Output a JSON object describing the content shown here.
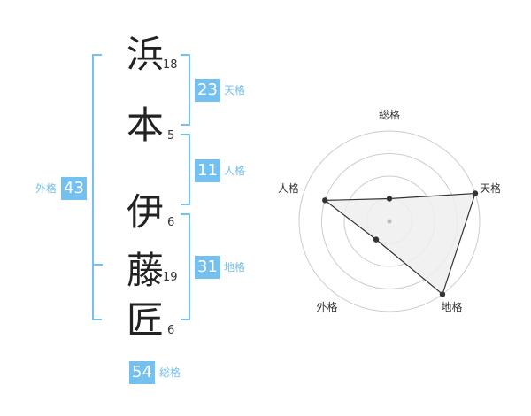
{
  "name": {
    "chars": [
      {
        "char": "浜",
        "strokes": "18"
      },
      {
        "char": "本",
        "strokes": "5"
      },
      {
        "char": "伊",
        "strokes": "6"
      },
      {
        "char": "藤",
        "strokes": "19"
      },
      {
        "char": "匠",
        "strokes": "6"
      }
    ]
  },
  "fortunes": {
    "tenkaku": {
      "value": "23",
      "label": "天格"
    },
    "jinkaku": {
      "value": "11",
      "label": "人格"
    },
    "chikaku": {
      "value": "31",
      "label": "地格"
    },
    "gaikaku": {
      "value": "43",
      "label": "外格"
    },
    "soukaku": {
      "value": "54",
      "label": "総格"
    }
  },
  "chart_data": {
    "type": "radar",
    "axes": [
      "総格",
      "天格",
      "地格",
      "外格",
      "人格"
    ],
    "values": [
      1,
      4,
      4,
      1,
      3
    ],
    "rmax": 4,
    "rings": 4
  },
  "colors": {
    "accent": "#74c0ef",
    "grid": "#cccccc",
    "fill": "#eeeeee",
    "line": "#333333"
  }
}
